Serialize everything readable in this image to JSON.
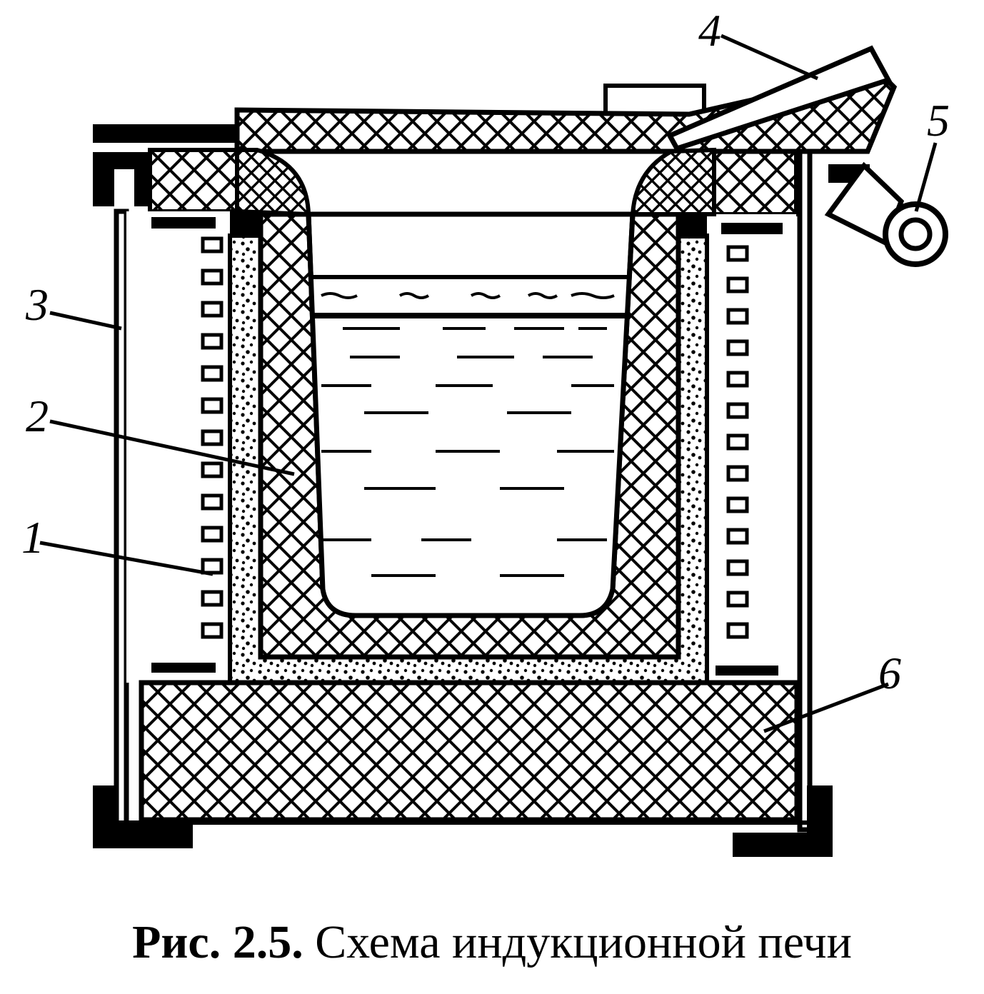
{
  "figure": {
    "labels": [
      {
        "id": "1",
        "text": "1"
      },
      {
        "id": "2",
        "text": "2"
      },
      {
        "id": "3",
        "text": "3"
      },
      {
        "id": "4",
        "text": "4"
      },
      {
        "id": "5",
        "text": "5"
      },
      {
        "id": "6",
        "text": "6"
      }
    ]
  },
  "caption": {
    "number": "Рис. 2.5.",
    "text": " Схема индукционной печи"
  }
}
